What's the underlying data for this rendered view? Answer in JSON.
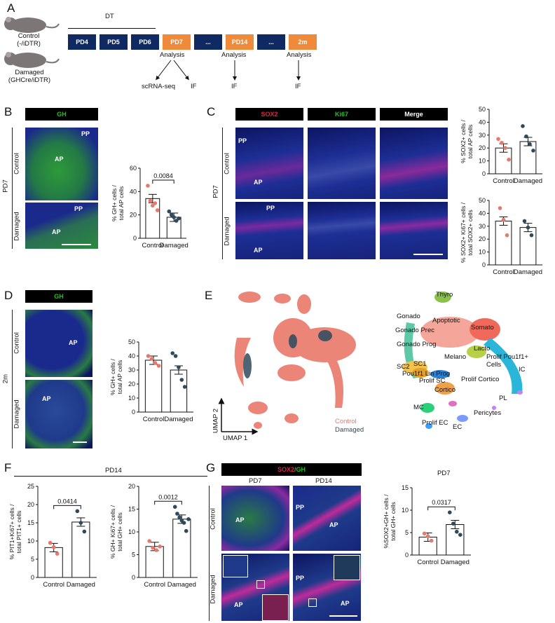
{
  "colors": {
    "control": "#e8786a",
    "damaged": "#2e4a5c",
    "navy": "#0f2a63",
    "orange": "#ee8a3a",
    "gh": "#20c020",
    "sox2": "#e0204a",
    "dapi": "#1a2a8c"
  },
  "panelA": {
    "letter": "A",
    "mouse_control": "Control\n(-/iDTR)",
    "mouse_damaged": "Damaged\n(GHCre/iDTR)",
    "dt_label": "DT",
    "timeline": [
      {
        "label": "PD4",
        "kind": "navy"
      },
      {
        "label": "PD5",
        "kind": "navy"
      },
      {
        "label": "PD6",
        "kind": "navy"
      },
      {
        "label": "PD7",
        "kind": "orange"
      },
      {
        "label": "...",
        "kind": "navy"
      },
      {
        "label": "PD14",
        "kind": "orange"
      },
      {
        "label": "...",
        "kind": "navy"
      },
      {
        "label": "2m",
        "kind": "orange"
      }
    ],
    "analysis": "Analysis",
    "outputs": [
      "scRNA-seq",
      "IF",
      "IF",
      "IF"
    ]
  },
  "panelB": {
    "letter": "B",
    "stain": "GH",
    "age": "PD7",
    "rows": [
      "Control",
      "Damaged"
    ],
    "labels": {
      "pp": "PP",
      "ap": "AP"
    }
  },
  "panelC": {
    "letter": "C",
    "stains": [
      "SOX2",
      "Ki67",
      "Merge"
    ],
    "age": "PD7",
    "rows": [
      "Control",
      "Damaged"
    ]
  },
  "panelD": {
    "letter": "D",
    "stain": "GH",
    "age": "2m",
    "rows": [
      "Control",
      "Damaged"
    ]
  },
  "panelE": {
    "letter": "E",
    "axis_x": "UMAP 1",
    "axis_y": "UMAP 2",
    "legend": [
      "Control",
      "Damaged"
    ],
    "clusters": [
      "Thyro",
      "Gonado",
      "Apoptotic",
      "Somato",
      "Gonado Prec",
      "Gonado Prog",
      "Lacto",
      "Melano",
      "Prolif Pou1f1+ Cells",
      "SC1",
      "SC2",
      "Pou1f1 Lin Prog",
      "Prolif SC",
      "Prolif Cortico",
      "IC",
      "Cortico",
      "PL",
      "MC",
      "Pericytes",
      "Prolif EC",
      "EC"
    ]
  },
  "panelF": {
    "letter": "F",
    "title": "PD14"
  },
  "panelG": {
    "letter": "G",
    "stain_a": "SOX2",
    "stain_b": "/GH",
    "cols": [
      "PD7",
      "PD14"
    ],
    "rows": [
      "Control",
      "Damaged"
    ],
    "chart_title": "PD7"
  },
  "chart_data": [
    {
      "type": "bar",
      "id": "B",
      "categories": [
        "Control",
        "Damaged"
      ],
      "values": [
        34,
        18
      ],
      "points": [
        [
          45,
          32,
          28,
          30,
          24
        ],
        [
          23,
          20,
          18,
          15,
          17
        ]
      ],
      "ylabel": "% GH+ cells / total AP cells",
      "ylim": [
        0,
        60
      ],
      "yticks": [
        0,
        20,
        40,
        60
      ],
      "pvalue": "0.0084"
    },
    {
      "type": "bar",
      "id": "C1",
      "categories": [
        "Control",
        "Damaged"
      ],
      "values": [
        20,
        25
      ],
      "points": [
        [
          27,
          24,
          20,
          11
        ],
        [
          37,
          29,
          23,
          18
        ]
      ],
      "ylabel": "% SOX2+ cells / total AP cells",
      "ylim": [
        0,
        50
      ],
      "yticks": [
        0,
        10,
        20,
        30,
        40,
        50
      ]
    },
    {
      "type": "bar",
      "id": "C2",
      "categories": [
        "Control",
        "Damaged"
      ],
      "values": [
        34,
        29
      ],
      "points": [
        [
          44,
          35,
          23
        ],
        [
          34,
          29,
          23
        ]
      ],
      "ylabel": "% SOX2+ Ki67+ cells / total SOX2+ cells",
      "ylim": [
        0,
        50
      ],
      "yticks": [
        0,
        10,
        20,
        30,
        40,
        50
      ]
    },
    {
      "type": "bar",
      "id": "D",
      "categories": [
        "Control",
        "Damaged"
      ],
      "values": [
        37,
        30
      ],
      "points": [
        [
          40,
          38,
          35,
          33
        ],
        [
          42,
          40,
          32,
          23,
          18
        ]
      ],
      "ylabel": "% GH+ cells / total AP cells",
      "ylim": [
        0,
        50
      ],
      "yticks": [
        0,
        10,
        20,
        30,
        40,
        50
      ]
    },
    {
      "type": "bar",
      "id": "F1",
      "categories": [
        "Control",
        "Damaged"
      ],
      "values": [
        8.2,
        15.2
      ],
      "points": [
        [
          9.5,
          8.3,
          6.5
        ],
        [
          18.2,
          15,
          12.6
        ]
      ],
      "ylabel": "% PIT1+Ki67+ cells / total PIT1+ cells",
      "ylim": [
        0,
        25
      ],
      "yticks": [
        0,
        5,
        10,
        15,
        20,
        25
      ],
      "pvalue": "0.0414"
    },
    {
      "type": "bar",
      "id": "F2",
      "categories": [
        "Control",
        "Damaged"
      ],
      "values": [
        6.8,
        12.8
      ],
      "points": [
        [
          8,
          6.5,
          6,
          6.8
        ],
        [
          15.5,
          14,
          13.2,
          12.5,
          12,
          10.2,
          12.8
        ]
      ],
      "ylabel": "% GH+ Ki67+ cells / total GH+ cells",
      "ylim": [
        0,
        20
      ],
      "yticks": [
        0,
        5,
        10,
        15,
        20
      ],
      "pvalue": "0.0012"
    },
    {
      "type": "bar",
      "id": "G",
      "categories": [
        "Control",
        "Damaged"
      ],
      "values": [
        4.0,
        6.8
      ],
      "points": [
        [
          4.8,
          4.2,
          3.2
        ],
        [
          9.5,
          7,
          5.2,
          4.5
        ]
      ],
      "ylabel": "%SOX2+GH+ cells / total GH+ cells",
      "ylim": [
        0,
        15
      ],
      "yticks": [
        0,
        5,
        10,
        15
      ],
      "pvalue": "0.0317"
    }
  ]
}
